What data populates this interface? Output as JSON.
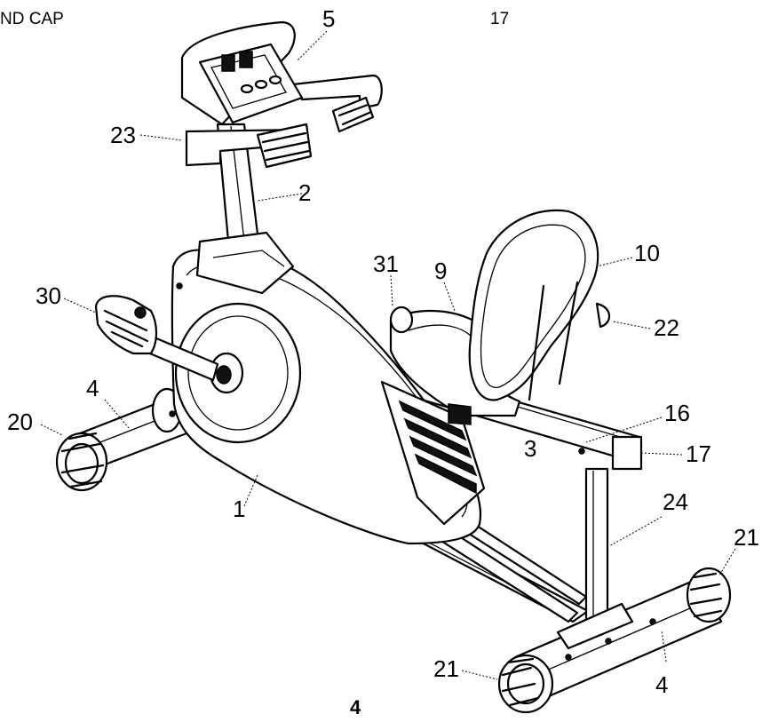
{
  "header": {
    "left_text": "ND CAP",
    "right_text": "17"
  },
  "page_number": "4",
  "diagram": {
    "callouts": [
      {
        "id": "label-5",
        "text": "5"
      },
      {
        "id": "label-23",
        "text": "23"
      },
      {
        "id": "label-2",
        "text": "2"
      },
      {
        "id": "label-31",
        "text": "31"
      },
      {
        "id": "label-9",
        "text": "9"
      },
      {
        "id": "label-10",
        "text": "10"
      },
      {
        "id": "label-30",
        "text": "30"
      },
      {
        "id": "label-22",
        "text": "22"
      },
      {
        "id": "label-4a",
        "text": "4"
      },
      {
        "id": "label-16",
        "text": "16"
      },
      {
        "id": "label-20",
        "text": "20"
      },
      {
        "id": "label-3",
        "text": "3"
      },
      {
        "id": "label-17",
        "text": "17"
      },
      {
        "id": "label-24",
        "text": "24"
      },
      {
        "id": "label-1",
        "text": "1"
      },
      {
        "id": "label-21a",
        "text": "21"
      },
      {
        "id": "label-21b",
        "text": "21"
      },
      {
        "id": "label-4b",
        "text": "4"
      }
    ]
  }
}
